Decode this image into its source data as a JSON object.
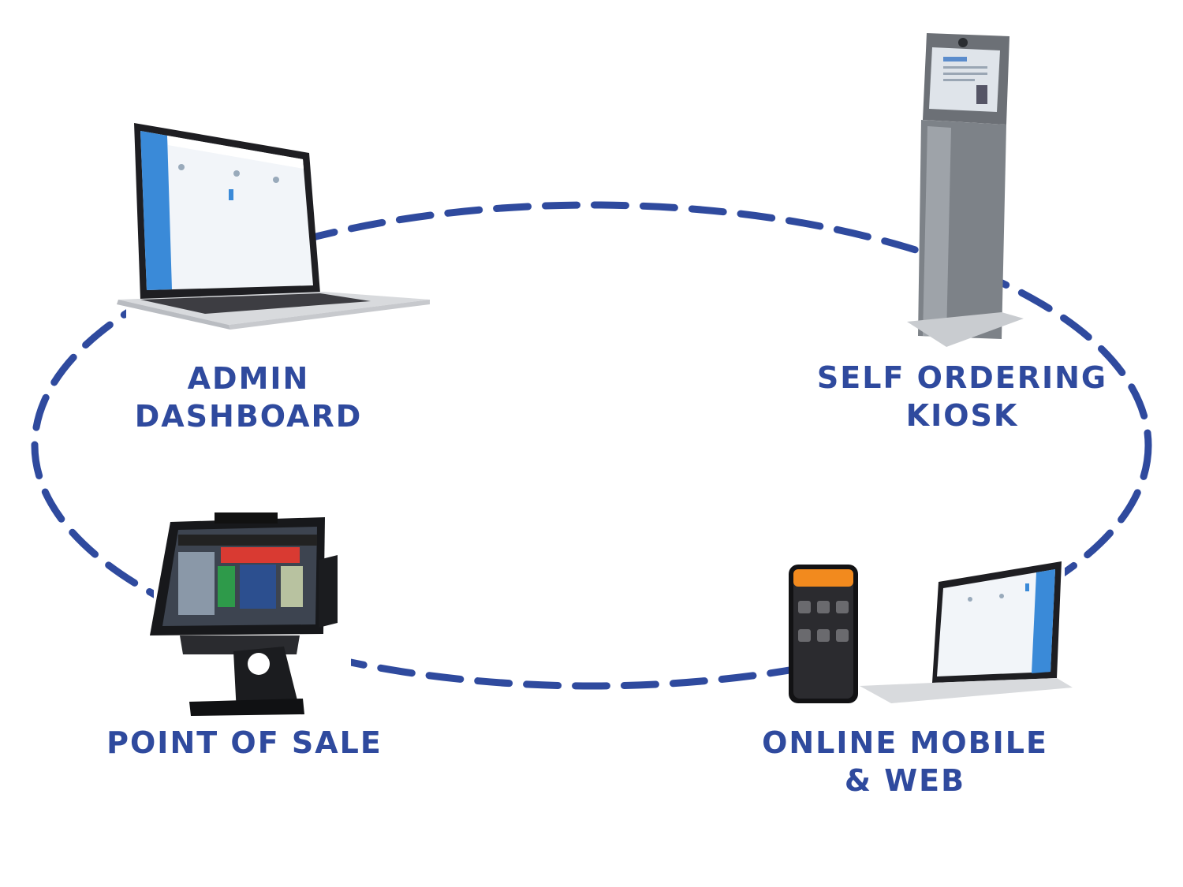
{
  "nodes": {
    "admin": {
      "line1": "ADMIN",
      "line2": "DASHBOARD"
    },
    "kiosk": {
      "line1": "SELF ORDERING",
      "line2": "KIOSK"
    },
    "pos": {
      "line1": "POINT OF SALE"
    },
    "online": {
      "line1": "ONLINE MOBILE",
      "line2": "& WEB"
    }
  },
  "colors": {
    "accent": "#2f4a9e",
    "loop": "#2f4a9e",
    "phone_header": "#f28a1e",
    "pos_red": "#d93a32",
    "pos_green": "#2e9a4a",
    "pos_blue": "#2c4f8f"
  },
  "icons": [
    "laptop-icon",
    "kiosk-icon",
    "pos-terminal-icon",
    "smartphone-icon"
  ]
}
